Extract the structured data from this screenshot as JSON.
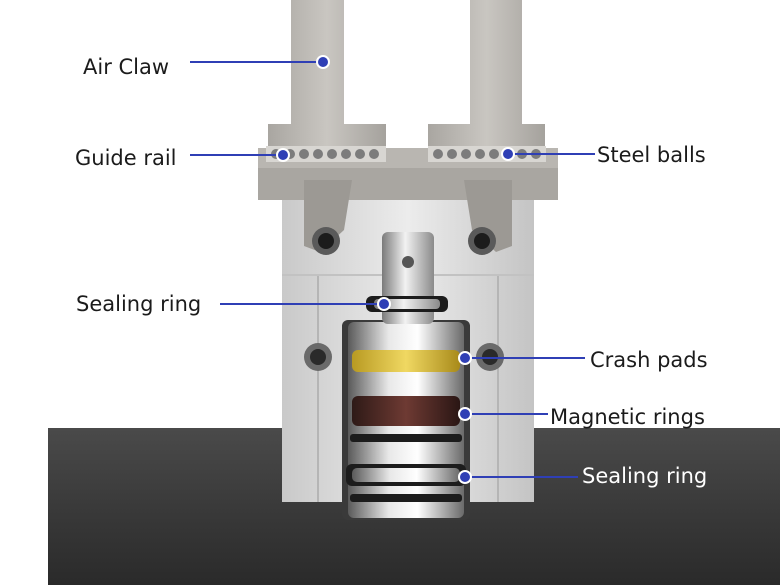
{
  "colors": {
    "leader": "#2f3fb5",
    "dot": "#2f3fb5",
    "dot_outline": "#ffffff",
    "label_text": "#1b1b1b",
    "label_on_dark": "#ffffff",
    "floor": "#3a3a3a",
    "body_metal": "#dcdcdc",
    "claw_metal": "#bdbab5",
    "crash_pad": "#e2c84a",
    "magnetic_ring": "#5a2f2a",
    "seal": "#1c1c1c"
  },
  "labels": {
    "air_claw": "Air Claw",
    "guide_rail": "Guide rail",
    "steel_balls": "Steel balls",
    "sealing_ring_upper": "Sealing ring",
    "crash_pads": "Crash pads",
    "magnetic_rings": "Magnetic rings",
    "sealing_ring_lower": "Sealing ring"
  }
}
